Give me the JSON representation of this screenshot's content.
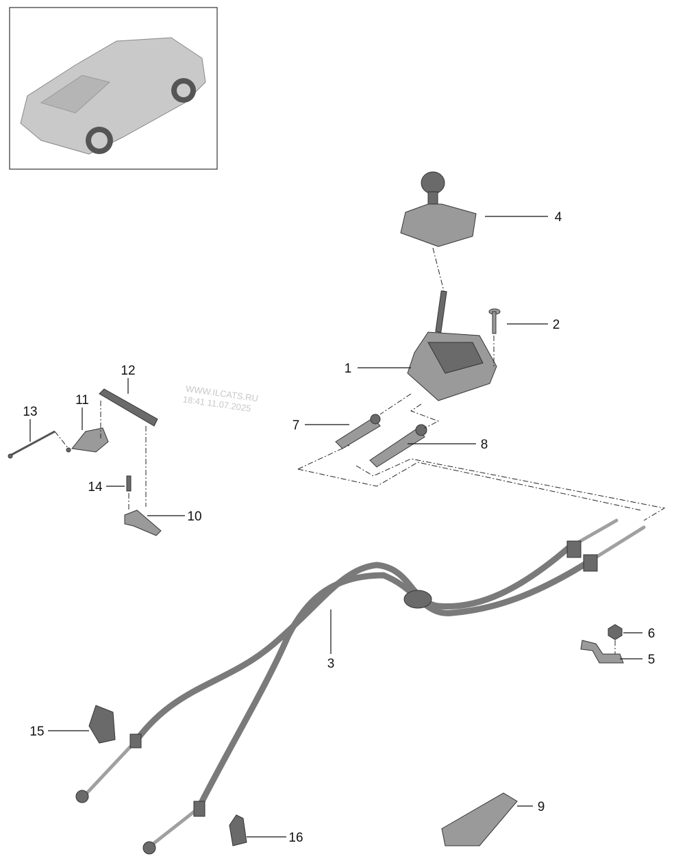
{
  "watermark": {
    "line1": "WWW.ILCATS.RU",
    "line2": "18:41 11.07.2025"
  },
  "callouts": [
    "1",
    "2",
    "3",
    "4",
    "5",
    "6",
    "7",
    "8",
    "9",
    "10",
    "11",
    "12",
    "13",
    "14",
    "15",
    "16"
  ]
}
